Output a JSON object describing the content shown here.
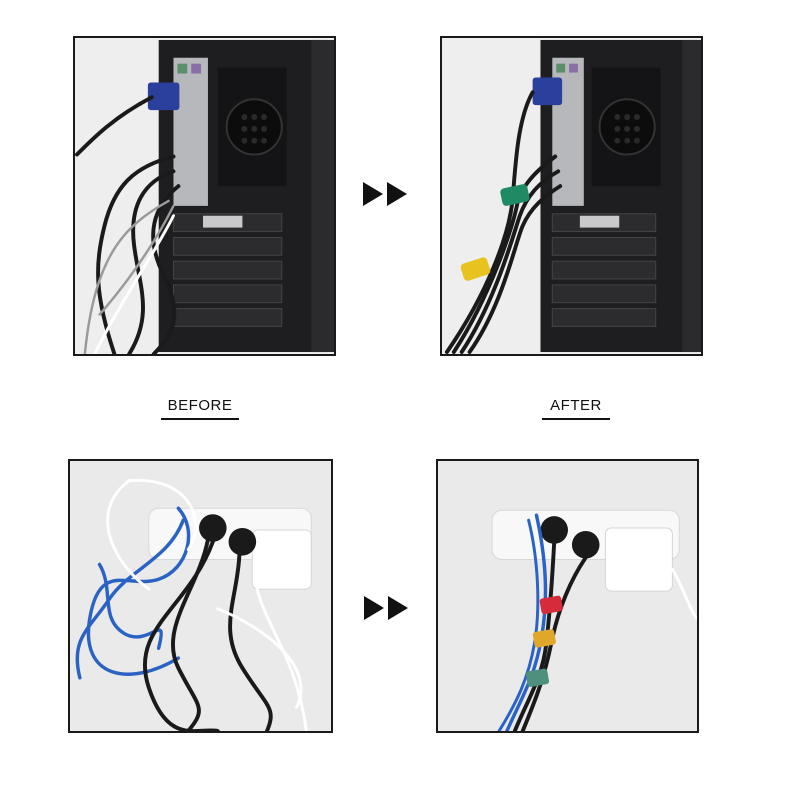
{
  "labels": {
    "before": "BEFORE",
    "after": "AFTER"
  },
  "colors": {
    "frame": "#1a1a1a",
    "tower": "#1f1f21",
    "vga_connector": "#2b3f9c",
    "strap_green": "#1f8a63",
    "strap_yellow": "#e8c21e",
    "strap_red": "#d62b3a",
    "strap_orange": "#e0a82a",
    "strap_teal": "#4f8f7d",
    "cable_blue": "#2a63c4",
    "cable_black": "#1a1a1a"
  },
  "icons": {
    "transition_arrow": "double-right-triangle-icon"
  },
  "panels": {
    "top_before": "pc-tower-messy-cables",
    "top_after": "pc-tower-bundled-cables",
    "bottom_before": "power-strip-messy-cables",
    "bottom_after": "power-strip-bundled-cables"
  }
}
